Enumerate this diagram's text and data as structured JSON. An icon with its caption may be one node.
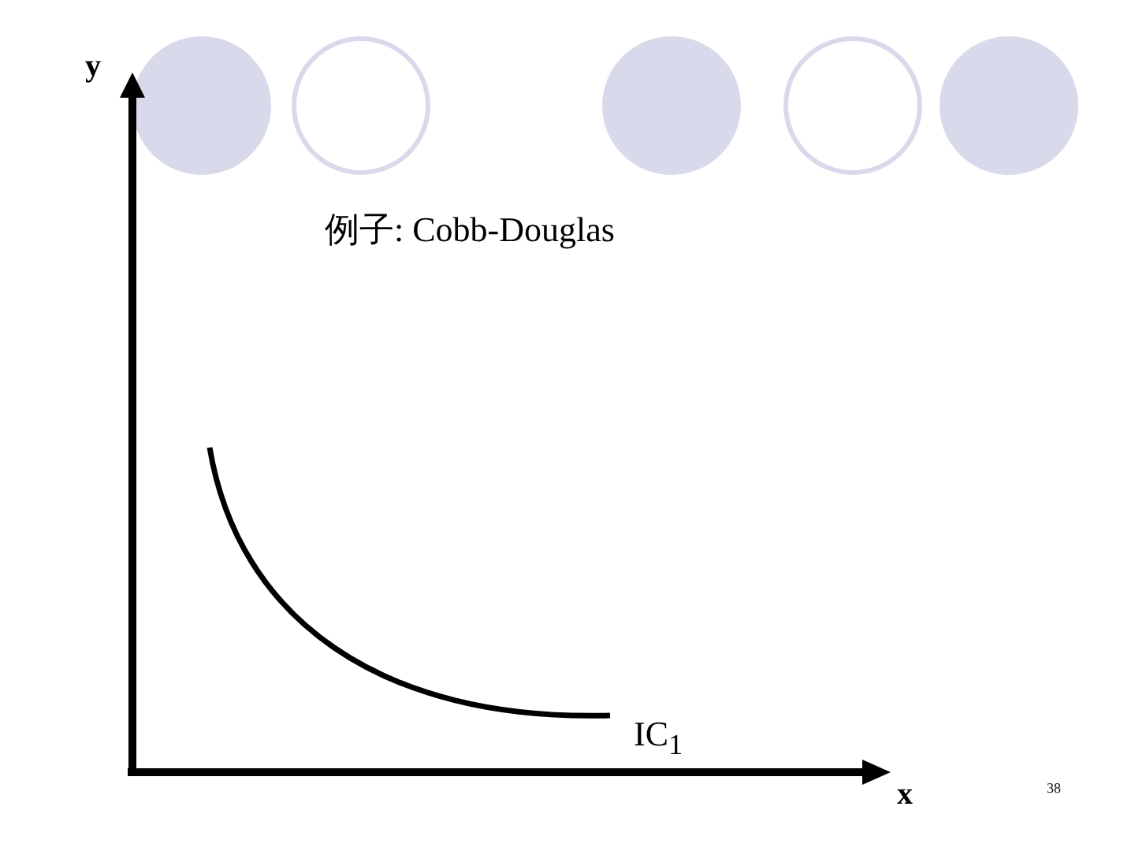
{
  "diagram": {
    "title": "例子: Cobb-Douglas",
    "labels": [
      "y",
      "IC$_{1}$",
      "x",
      "38"
    ]
  }
}
